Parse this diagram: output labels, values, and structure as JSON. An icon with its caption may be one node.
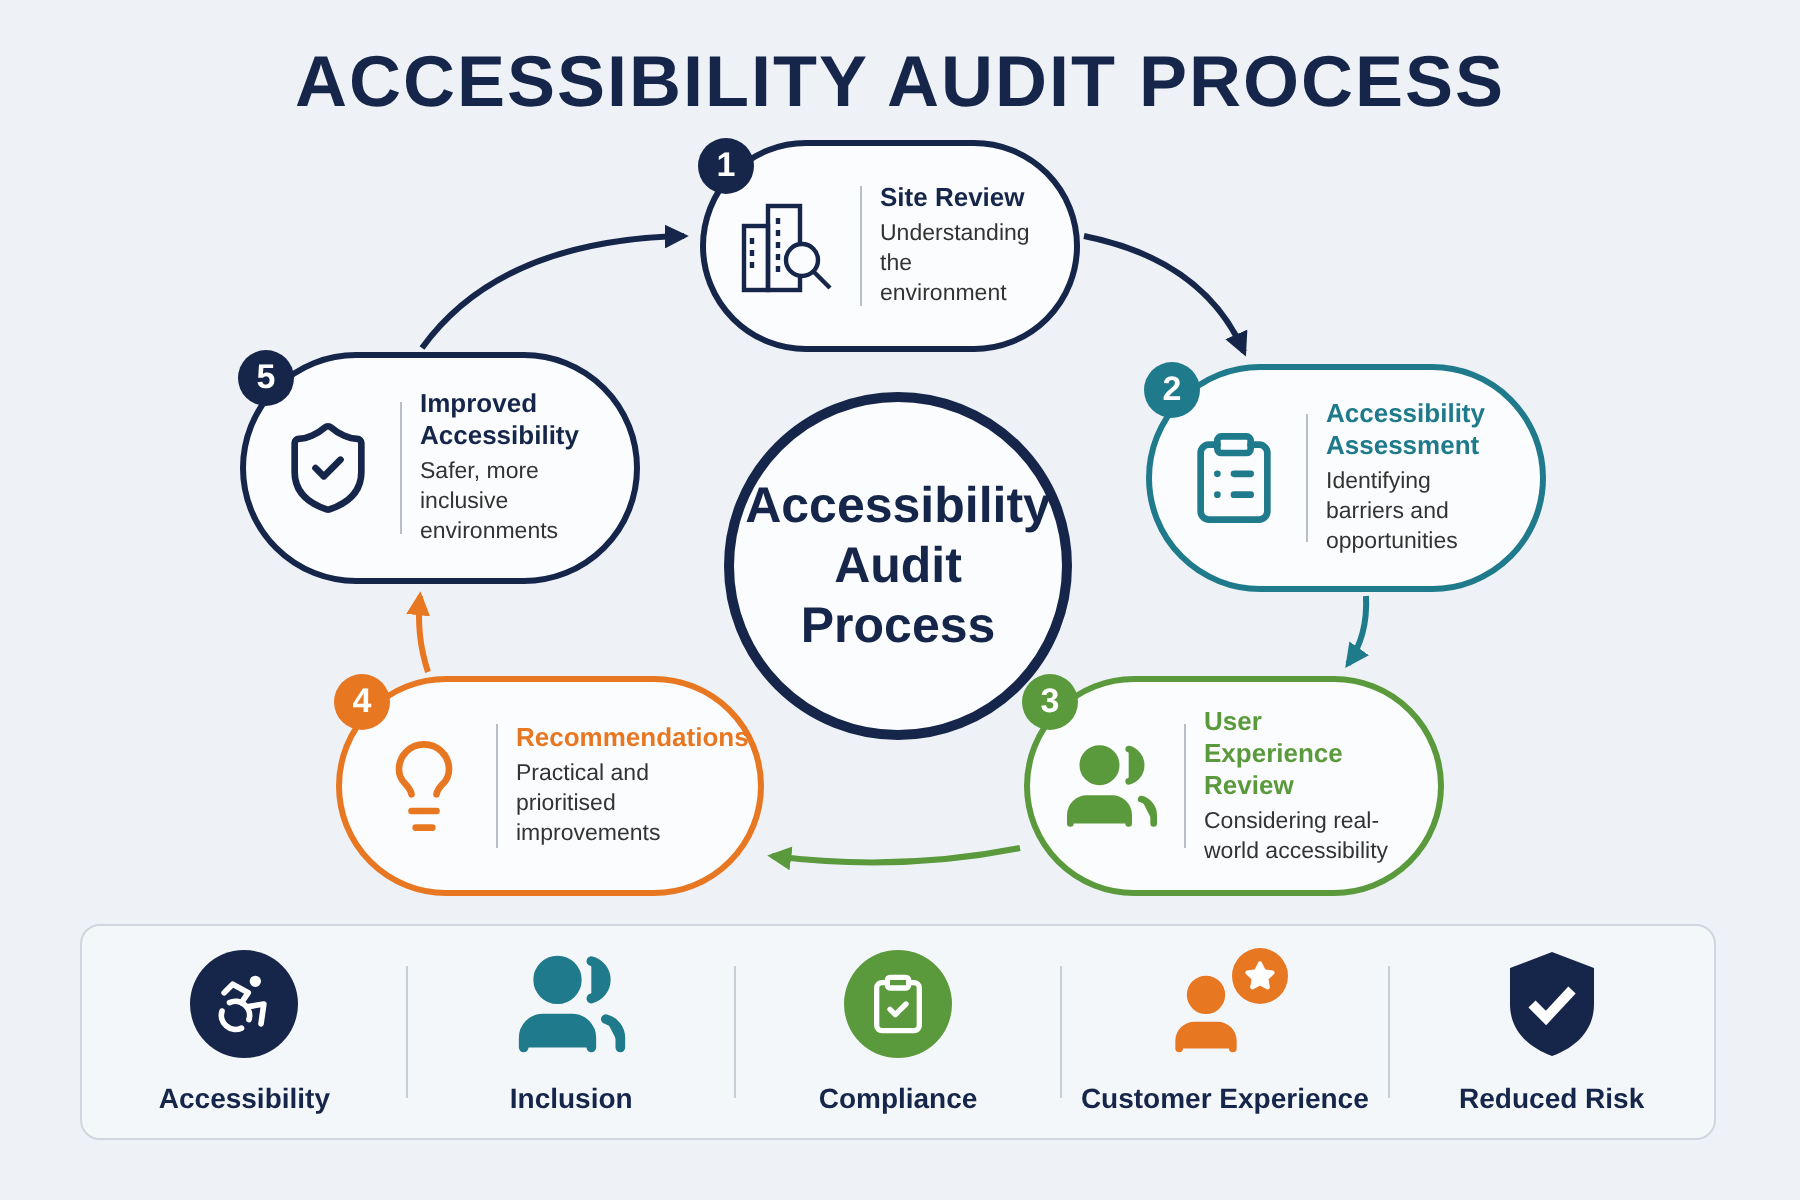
{
  "diagram": {
    "title": "ACCESSIBILITY AUDIT PROCESS",
    "nodes": [
      {
        "text": [
          "1",
          "Site Review",
          "Understanding the environment"
        ]
      },
      {
        "text": [
          "2",
          "Accessibility Assessment",
          "Identifying barriers and opportunities"
        ]
      },
      {
        "text": [
          "3",
          "User Experience Review",
          "Considering real-world accessibility"
        ]
      },
      {
        "text": [
          "4",
          "Recommendations",
          "Practical and prioritised improvements"
        ]
      },
      {
        "text": [
          "5",
          "Improved Accessibility",
          "Safer, more inclusive environments"
        ]
      },
      {
        "text": [
          "Accessibility Audit Process"
        ]
      }
    ],
    "edges": [
      {
        "from": 0,
        "to": 1,
        "arrow": "to"
      },
      {
        "from": 1,
        "to": 2,
        "arrow": "to",
        "color": "#1f7a8c"
      },
      {
        "from": 2,
        "to": 3,
        "arrow": "to",
        "color": "#5a9a3c"
      },
      {
        "from": 3,
        "to": 4,
        "arrow": "to",
        "color": "#e87722"
      },
      {
        "from": 4,
        "to": 0,
        "arrow": "to"
      }
    ],
    "labels": [
      "Accessibility",
      "Inclusion",
      "Compliance",
      "Customer Experience",
      "Reduced Risk"
    ]
  }
}
